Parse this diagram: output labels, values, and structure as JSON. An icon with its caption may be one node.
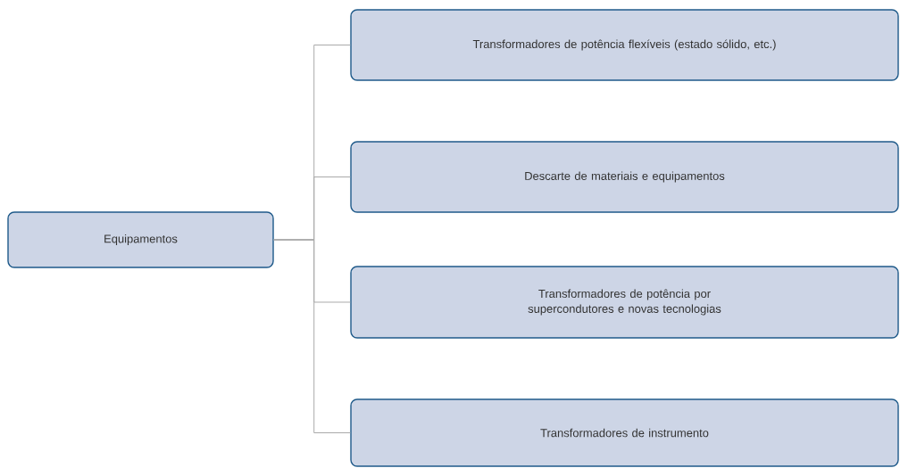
{
  "diagram": {
    "nodes": [
      {
        "text": [
          "Equipamentos"
        ]
      },
      {
        "text": [
          "Transformadores de potência flexíveis (estado sólido, etc.)"
        ]
      },
      {
        "text": [
          "Descarte de materiais e equipamentos"
        ]
      },
      {
        "text": [
          "Transformadores de potência por supercondutores e novas tecnologias"
        ]
      },
      {
        "text": [
          "Transformadores de instrumento"
        ]
      }
    ],
    "edges": [
      {
        "from": 0,
        "to": 1,
        "arrow": "none"
      },
      {
        "from": 0,
        "to": 2,
        "arrow": "none"
      },
      {
        "from": 0,
        "to": 3,
        "arrow": "none"
      },
      {
        "from": 0,
        "to": 4,
        "arrow": "none"
      }
    ]
  }
}
